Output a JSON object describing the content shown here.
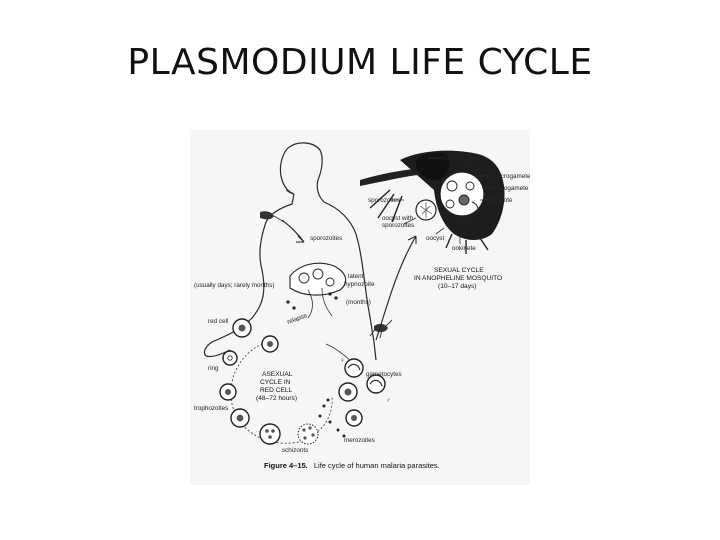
{
  "slide": {
    "title": "PLASMODIUM LIFE CYCLE"
  },
  "figure": {
    "labels": {
      "gametocytes_top": "gametocytes",
      "macrogamete": "macrogamete",
      "microgamete": "microgamete",
      "zygote": "zygote",
      "sporozoites_top": "sporozoites",
      "oocyst_with": "oocyst with",
      "sporozoites_oocyst": "sporozoites",
      "oocyst": "oocyst",
      "ookinete": "ookinete",
      "sexual_cycle_1": "SEXUAL CYCLE",
      "sexual_cycle_2": "IN ANOPHELINE MOSQUITO",
      "sexual_cycle_3": "(10–17 days)",
      "sporozoites_body": "sporozoites",
      "usually_days": "(usually days; rarely months)",
      "latent": "latent",
      "hypnozoite": "hypnozoite",
      "months": "(months)",
      "relapse": "relapse",
      "red_cell": "red cell",
      "ring": "ring",
      "asexual_1": "ASEXUAL",
      "asexual_2": "CYCLE IN",
      "asexual_3": "RED CELL",
      "asexual_4": "(48–72 hours)",
      "gametocytes_bottom": "gametocytes",
      "trophozoites": "trophozoites",
      "schizonts": "schizonts",
      "merozoites": "merozoites",
      "female_symbol": "♀",
      "male_symbol": "♂",
      "caption_label": "Figure 4–15.",
      "caption_text": "Life cycle of human malaria parasites."
    }
  }
}
